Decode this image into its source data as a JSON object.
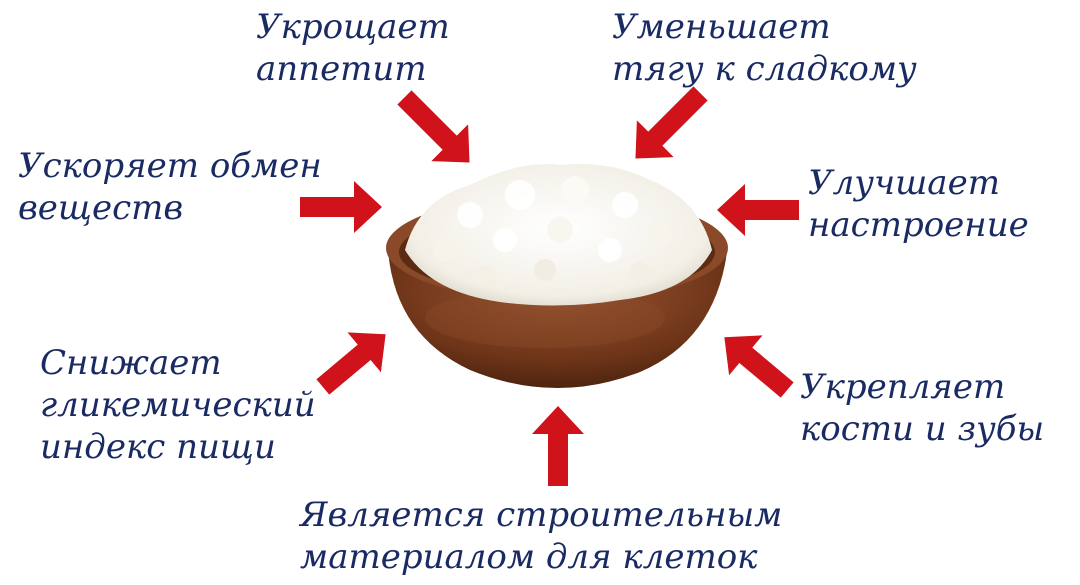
{
  "labels": {
    "tame_appetite": "Укрощает\nаппетит",
    "reduce_sweets": "Уменьшает\nтягу к сладкому",
    "speed_metabolism": "Ускоряет обмен\nвеществ",
    "improve_mood": "Улучшает\nнастроение",
    "lower_glycemic": "Снижает\nгликемический\nиндекс пищи",
    "strengthen_bones": "Укрепляет\nкости и зубы",
    "building_material": "Является строительным\nматериалом для клеток"
  },
  "colors": {
    "text": "#1a2a63",
    "arrow": "#d0121b",
    "bowl": "#7b3f24",
    "cheese": "#f4f1ea"
  },
  "image": {
    "subject": "bowl of cottage cheese",
    "icons": [
      "arrow-icon"
    ]
  }
}
